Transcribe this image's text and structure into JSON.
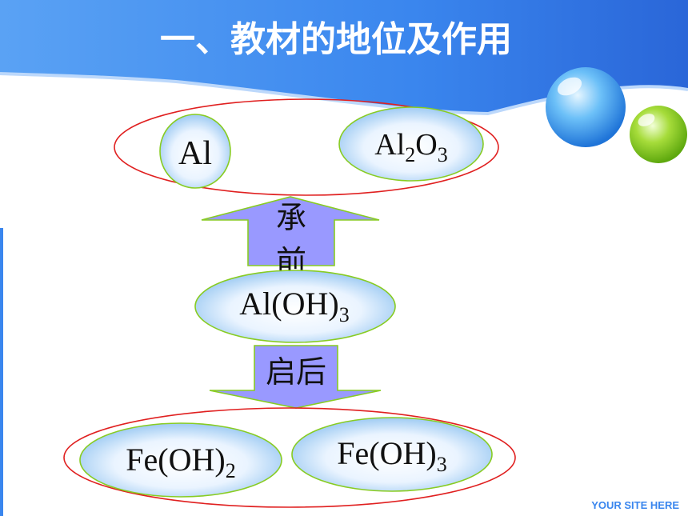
{
  "title": "一、教材的地位及作用",
  "nodes": {
    "al": "Al",
    "al2o3": {
      "base1": "Al",
      "sub1": "2",
      "base2": "O",
      "sub2": "3"
    },
    "aloh3": {
      "base": "Al(OH)",
      "sub": "3"
    },
    "feoh2": {
      "base": "Fe(OH)",
      "sub": "2"
    },
    "feoh3": {
      "base": "Fe(OH)",
      "sub": "3"
    }
  },
  "arrows": {
    "up_label_1": "承",
    "up_label_2": "前",
    "down_label": "启后"
  },
  "footer": "YOUR SITE HERE",
  "colors": {
    "header_blue": "#3a86ee",
    "arrow_fill": "#9999ff",
    "group_outline": "#e02020",
    "node_outline": "#88cc22"
  }
}
